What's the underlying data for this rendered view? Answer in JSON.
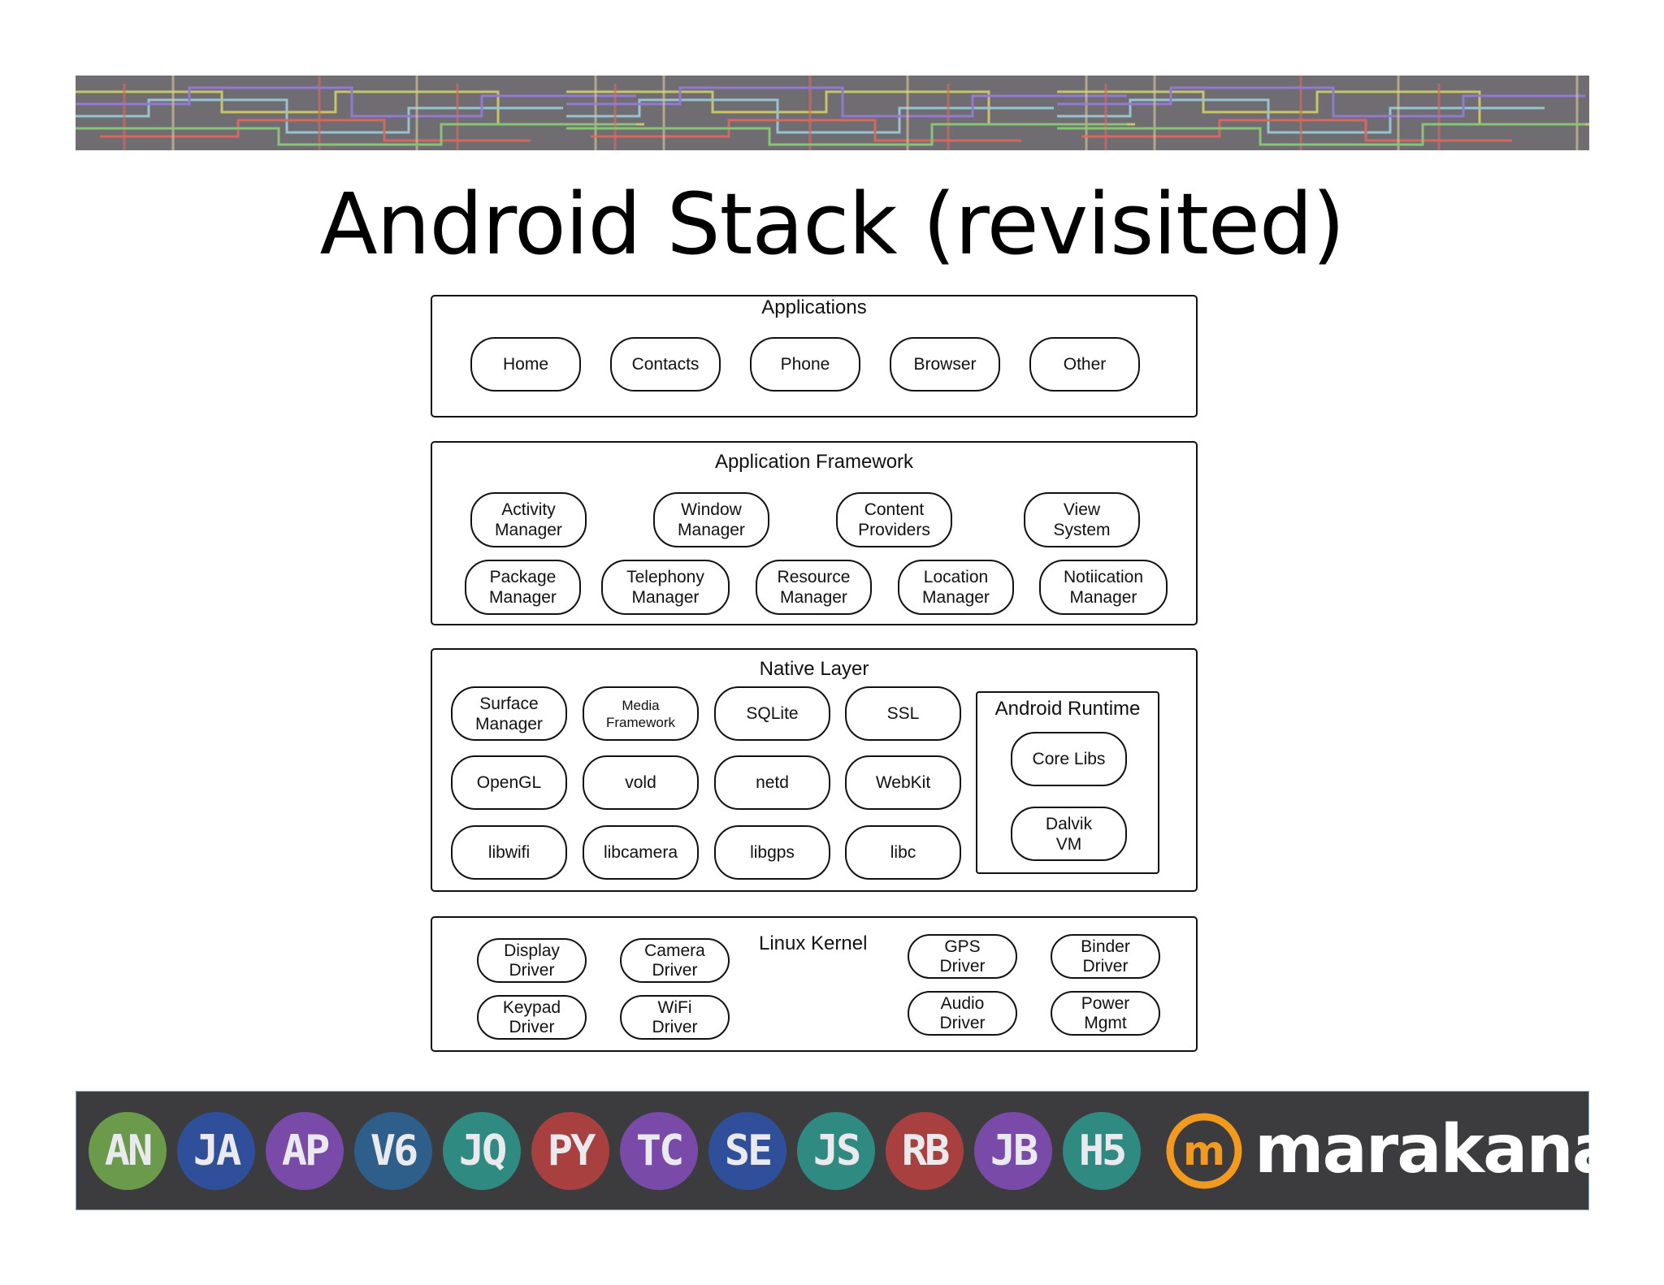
{
  "title": "Android Stack (revisited)",
  "applications": {
    "title": "Applications",
    "items": [
      "Home",
      "Contacts",
      "Phone",
      "Browser",
      "Other"
    ]
  },
  "framework": {
    "title": "Application Framework",
    "row1": [
      "Activity\nManager",
      "Window\nManager",
      "Content\nProviders",
      "View\nSystem"
    ],
    "row2": [
      "Package\nManager",
      "Telephony\nManager",
      "Resource\nManager",
      "Location\nManager",
      "Notiication\nManager"
    ]
  },
  "native": {
    "title": "Native Layer",
    "row1": [
      "Surface\nManager",
      "Media\nFramework",
      "SQLite",
      "SSL"
    ],
    "row2": [
      "OpenGL",
      "vold",
      "netd",
      "WebKit"
    ],
    "row3": [
      "libwifi",
      "libcamera",
      "libgps",
      "libc"
    ],
    "runtime": {
      "title": "Android Runtime",
      "items": [
        "Core Libs",
        "Dalvik\nVM"
      ]
    }
  },
  "kernel": {
    "title": "Linux Kernel",
    "left": [
      "Display\nDriver",
      "Camera\nDriver",
      "Keypad\nDriver",
      "WiFi\nDriver"
    ],
    "right": [
      "GPS\nDriver",
      "Binder\nDriver",
      "Audio\nDriver",
      "Power\nMgmt"
    ]
  },
  "footer": {
    "badges": [
      {
        "label": "AN",
        "color": "#6a9a4a"
      },
      {
        "label": "JA",
        "color": "#2f4f9a"
      },
      {
        "label": "AP",
        "color": "#7a4aa8"
      },
      {
        "label": "V6",
        "color": "#2e5e8a"
      },
      {
        "label": "JQ",
        "color": "#2f8a82"
      },
      {
        "label": "PY",
        "color": "#a8403f"
      },
      {
        "label": "TC",
        "color": "#7a4aa8"
      },
      {
        "label": "SE",
        "color": "#2f4f9a"
      },
      {
        "label": "JS",
        "color": "#2f8a82"
      },
      {
        "label": "RB",
        "color": "#a8403f"
      },
      {
        "label": "JB",
        "color": "#7a4aa8"
      },
      {
        "label": "H5",
        "color": "#2f8a82"
      }
    ],
    "logo_letter": "m",
    "logo_text": "marakana",
    "logo_color": "#f39a1e"
  }
}
